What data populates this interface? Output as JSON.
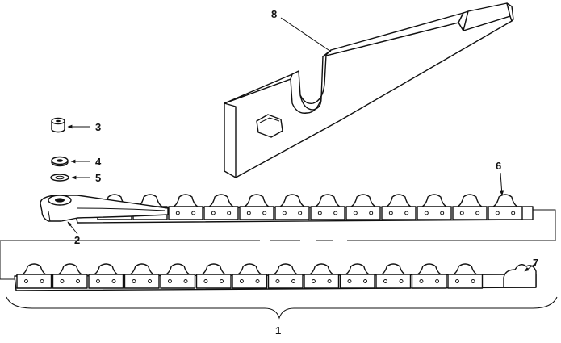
{
  "figure": {
    "callouts": {
      "c1": "1",
      "c2": "2",
      "c3": "3",
      "c4": "4",
      "c5": "5",
      "c6": "6",
      "c7": "7",
      "c8": "8"
    },
    "parts": [
      "wrench",
      "bushing",
      "washer",
      "seal-washer",
      "knife-head",
      "knife-section",
      "sickle-bar"
    ]
  }
}
